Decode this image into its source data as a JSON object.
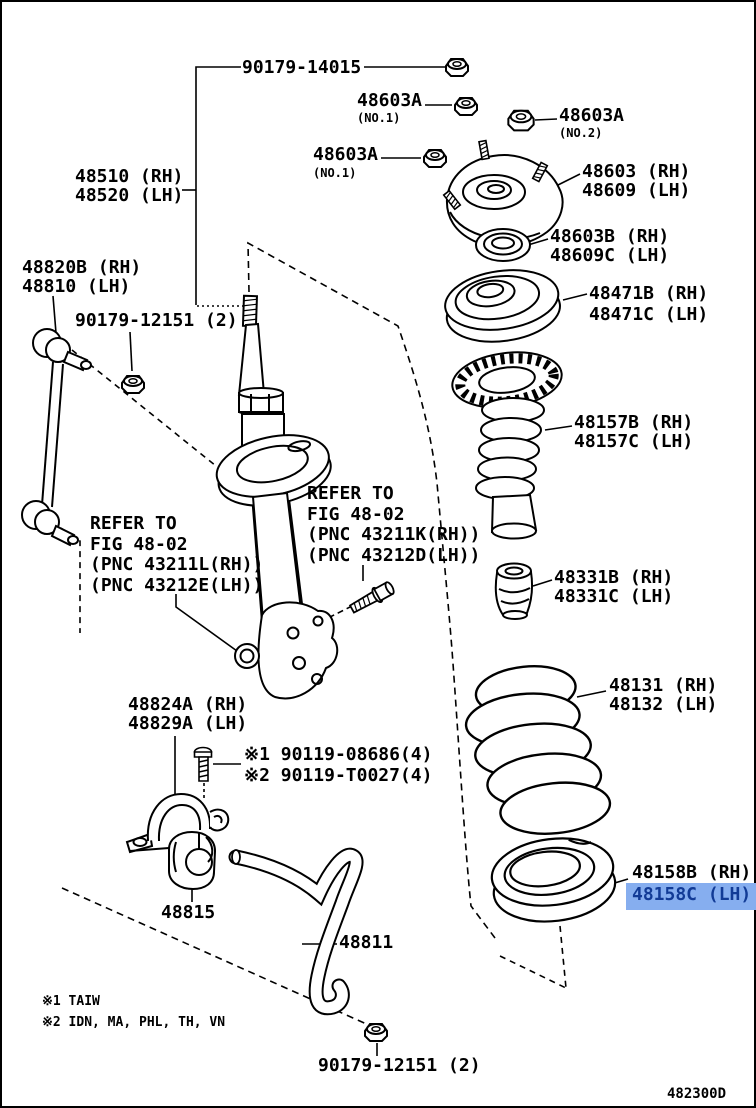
{
  "figure": {
    "code": "482300D"
  },
  "colors": {
    "highlight_bg": "#86AEEF",
    "highlight_text": "#123B96",
    "line": "#000000"
  },
  "parts": {
    "nut_top": "90179-14015",
    "nut_48603a_upper": "48603A",
    "nut_48603a_upper_note": "(NO.1)",
    "nut_48603a_no2": "48603A",
    "nut_48603a_no2_note": "(NO.2)",
    "nut_48603a_lower": "48603A",
    "nut_48603a_lower_note": "(NO.1)",
    "strut": "48510 (RH)\n48520 (LH)",
    "support": "48603 (RH)\n48609 (LH)",
    "bearing": "48603B (RH)\n48609C (LH)",
    "stabilizer_link": "48820B (RH)\n48810 (LH)",
    "spring_seat_upper": "48471B (RH)\n48471C (LH)",
    "nut_link": "90179-12151 (2)",
    "dust_boot": "48157B (RH)\n48157C (LH)",
    "refer_right": "REFER TO\nFIG 48-02\n(PNC 43211K(RH))\n(PNC 43212D(LH))",
    "refer_left": "REFER TO\nFIG 48-02\n(PNC 43211L(RH))\n(PNC 43212E(LH))",
    "spring_bumper": "48331B (RH)\n48331C (LH)",
    "coil_spring": "48131 (RH)\n48132 (LH)",
    "stabilizer_bracket": "48824A (RH)\n48829A (LH)",
    "bracket_bolts": "※1 90119-08686(4)\n※2 90119-T0027(4)",
    "spring_insulator_rh": "48158B (RH)",
    "spring_insulator_lh": "48158C (LH)",
    "stabilizer_bushing": "48815",
    "stabilizer_bar": "48811",
    "nut_bottom": "90179-12151 (2)"
  },
  "footnotes": {
    "note1": "※1 TAIW",
    "note2": "※2 IDN, MA, PHL, TH, VN"
  }
}
